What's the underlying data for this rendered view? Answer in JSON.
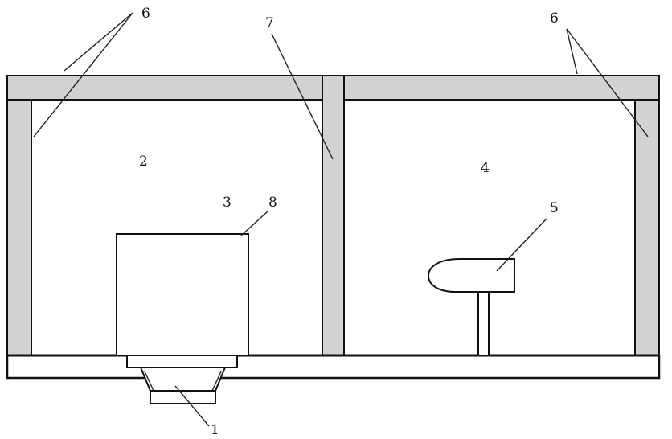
{
  "labels": {
    "l1": "1",
    "l2": "2",
    "l3": "3",
    "l4": "4",
    "l5": "5",
    "l6_left": "6",
    "l6_right": "6",
    "l7": "7",
    "l8": "8"
  },
  "colors": {
    "wall_fill": "#d2d2d2",
    "line": "#111111",
    "background": "#ffffff"
  }
}
